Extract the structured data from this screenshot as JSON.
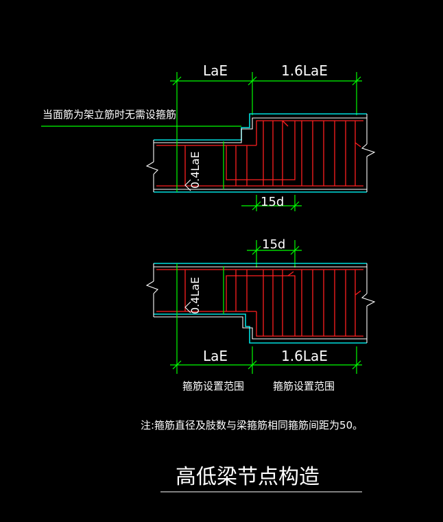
{
  "drawing": {
    "top": {
      "dim_lae": "LaE",
      "dim_16lae": "1.6LaE",
      "note": "当面筋为架立筋时无需设箍筋",
      "dim_04lae": "0.4LaE",
      "dim_15d": "15d"
    },
    "bottom": {
      "dim_15d": "15d",
      "dim_04lae": "0.4LaE",
      "dim_lae": "LaE",
      "dim_16lae": "1.6LaE",
      "range_left": "箍筋设置范围",
      "range_right": "箍筋设置范围"
    },
    "footnote": "注:箍筋直径及肢数与梁箍筋相同箍筋间距为50。",
    "title": "高低梁节点构造"
  },
  "colors": {
    "background": "#000000",
    "dimension": "#00ff00",
    "concrete_outline": "#00e0e0",
    "rebar": "#ff2020",
    "text": "#ffffff"
  }
}
